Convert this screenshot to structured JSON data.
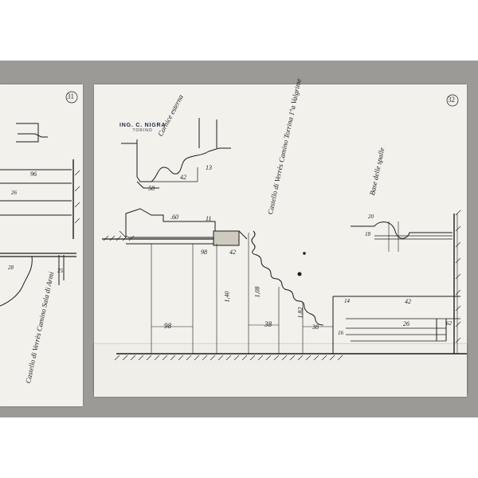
{
  "document": {
    "stamp": {
      "name": "ING. C. NIGRA",
      "city": "TORINO"
    },
    "page_numbers": {
      "left_sheet": "31",
      "main_sheet": "32"
    },
    "notes": {
      "cornice_top": "Cornice esterna",
      "main_caption": "Castello di Verrès Camino Torrina 1°a Valgrime",
      "right_caption": "Base delle spalle",
      "left_caption": "Castello di Verrès Camino Sala di Armi"
    },
    "dimensions": {
      "d_13": "13",
      "d_42": "42",
      "d_58": "58",
      "d_060": ".60",
      "d_11": "11",
      "d_98a": "98",
      "d_42b": "42",
      "d_140": "1,40",
      "d_108": "1,08",
      "d_98b": "98",
      "d_38": "38",
      "d_182": "1,82",
      "d_38b": "38",
      "d_16": "16",
      "d_14": "14",
      "d_42c": "42",
      "d_26": "26",
      "d_62": "62",
      "d_20": "20",
      "d_18": "18",
      "d_26b": "26",
      "d_96": "96",
      "d_28": "28",
      "d_25": "25"
    }
  }
}
